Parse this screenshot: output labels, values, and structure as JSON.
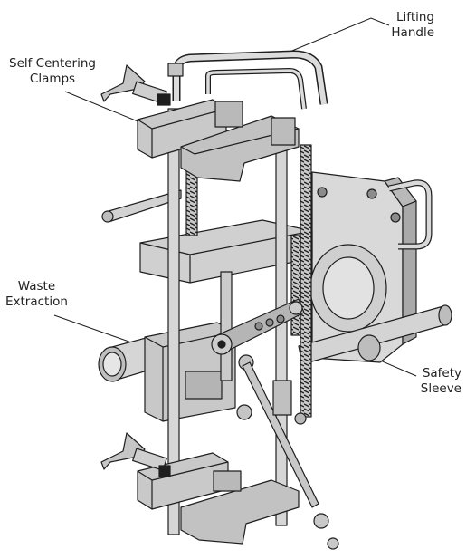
{
  "labels": {
    "lifting_handle": "Lifting\nHandle",
    "self_centering_clamps": "Self Centering\nClamps",
    "waste_extraction": "Waste\nExtraction",
    "safety_sleeve": "Safety\nSleeve"
  },
  "colors": {
    "line": "#1e1e1e",
    "metal_light": "#d9d9d9",
    "metal_mid": "#bdbdbd",
    "metal_dark": "#8c8c8c",
    "background": "#ffffff"
  }
}
